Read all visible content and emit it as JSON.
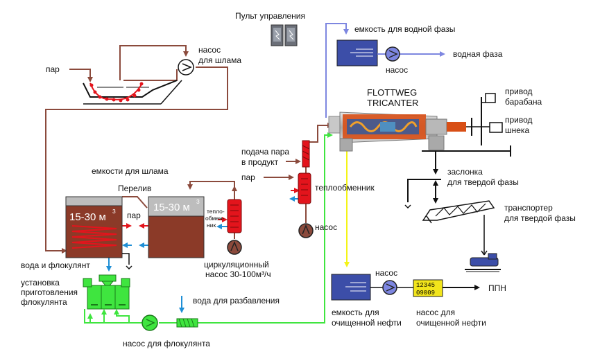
{
  "colors": {
    "sludge_line": "#8b4a3c",
    "water_line": "#7d86e0",
    "oil_line": "#f4f417",
    "flocculant_line": "#3fe53f",
    "cold_water": "#1f8fd6",
    "heat_red": "#e3141c",
    "tank_fill": "#8b3a28",
    "tank_top": "#bdbdbd",
    "blue_tank": "#3c4ea8"
  },
  "labels": {
    "control_panel": "Пульт управления",
    "water_tank": "емкость для водной фазы",
    "water_phase": "водная фаза",
    "water_pump": "насос",
    "sludge_pump": "насос\nдля шлама",
    "steam_top": "пар",
    "tricanter_title": "FLOTTWEG\nTRICANTER",
    "drum_drive": "привод\nбарабана",
    "screw_drive": "привод\nшнека",
    "steam_feed": "подача пара\nв продукт",
    "steam_mid": "пар",
    "heat_exchanger": "теплообменник",
    "pump_mid": "насос",
    "sludge_tanks": "емкости для шлама",
    "overflow": "Перелив",
    "tank1_label": "15-30 м",
    "tank2_label": "15-30 м",
    "cube": "3",
    "steam_tank": "пар",
    "heat_exchanger_small": "тепло-\nобмен-\nник",
    "circ_pump": "циркуляционный\nнасос 30-100м³/ч",
    "damper": "заслонка\nдля твердой фазы",
    "solid_conveyor": "транспортер\nдля твердой фазы",
    "water_floc": "вода и флокулянт",
    "floc_unit": "установка\nприготовления\nфлокулянта",
    "dilution_water": "вода для разбавления",
    "floc_pump": "насос для флокулянта",
    "clean_oil_tank": "емкость для\nочищенной нефти",
    "oil_pump_top": "насос",
    "counter_top": "12345",
    "counter_bottom": "09009",
    "ppn": "ППН",
    "clean_oil_pump": "насос для\nочищенной нефти"
  }
}
